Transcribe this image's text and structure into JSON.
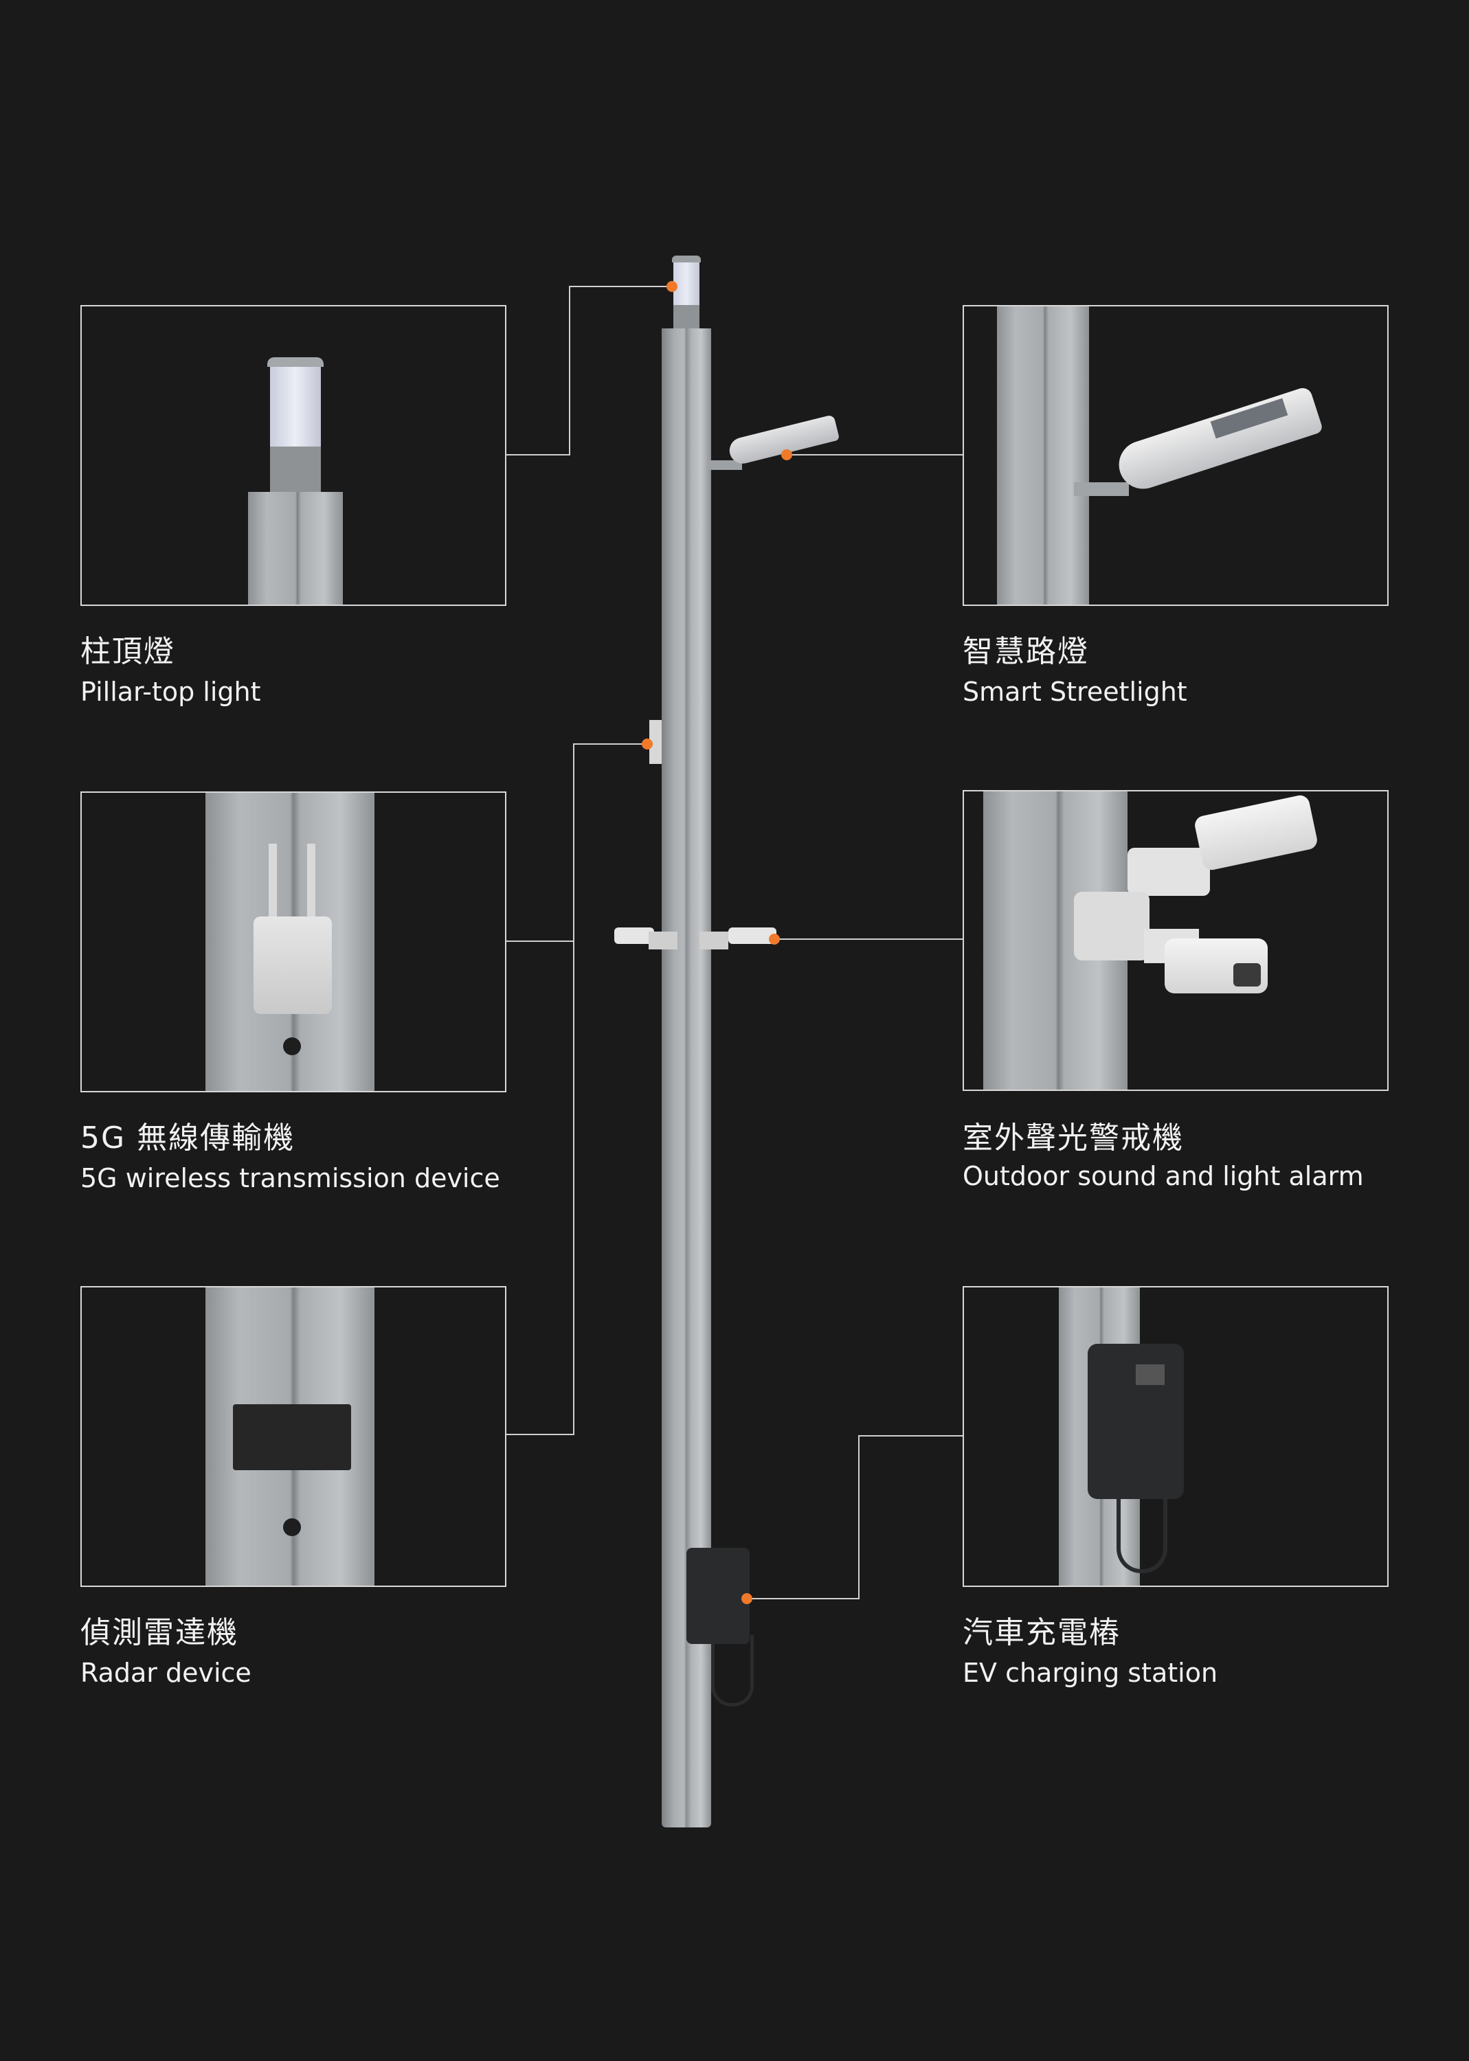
{
  "accent_color": "#f07a2a",
  "components": [
    {
      "zh": "柱頂燈",
      "en": "Pillar-top light"
    },
    {
      "zh": "智慧路燈",
      "en": "Smart Streetlight"
    },
    {
      "zh": "5G 無線傳輸機",
      "en": "5G wireless transmission device"
    },
    {
      "zh": "室外聲光警戒機",
      "en": "Outdoor sound and light alarm"
    },
    {
      "zh": "偵測雷達機",
      "en": "Radar device"
    },
    {
      "zh": "汽車充電樁",
      "en": "EV charging station"
    }
  ]
}
